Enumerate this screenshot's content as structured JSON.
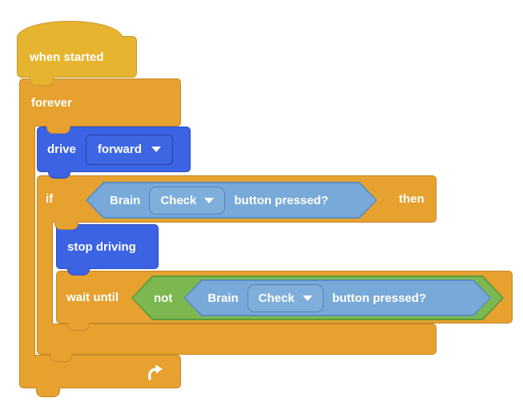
{
  "colors": {
    "yellow": "#e7b42f",
    "yellowBorder": "#c6992b",
    "orange": "#e7a12f",
    "orangeBorder": "#c68729",
    "blue": "#3b63e3",
    "blueBorder": "#2c4dc0",
    "lightblue": "#78a9d8",
    "lightblueBorder": "#5a8fc0",
    "green": "#7cb84f",
    "greenBorder": "#5e9c3a",
    "text": "#ffffff",
    "canvas": "#ffffff"
  },
  "blocks": {
    "when_started": {
      "label": "when started"
    },
    "forever": {
      "label": "forever"
    },
    "drive": {
      "label": "drive",
      "direction": "forward"
    },
    "if_block": {
      "if_label": "if",
      "then_label": "then",
      "condition": {
        "device": "Brain",
        "button": "Check",
        "question": "button pressed?"
      }
    },
    "stop_driving": {
      "label": "stop driving"
    },
    "wait_until": {
      "label": "wait until",
      "not_label": "not",
      "condition": {
        "device": "Brain",
        "button": "Check",
        "question": "button pressed?"
      }
    }
  }
}
